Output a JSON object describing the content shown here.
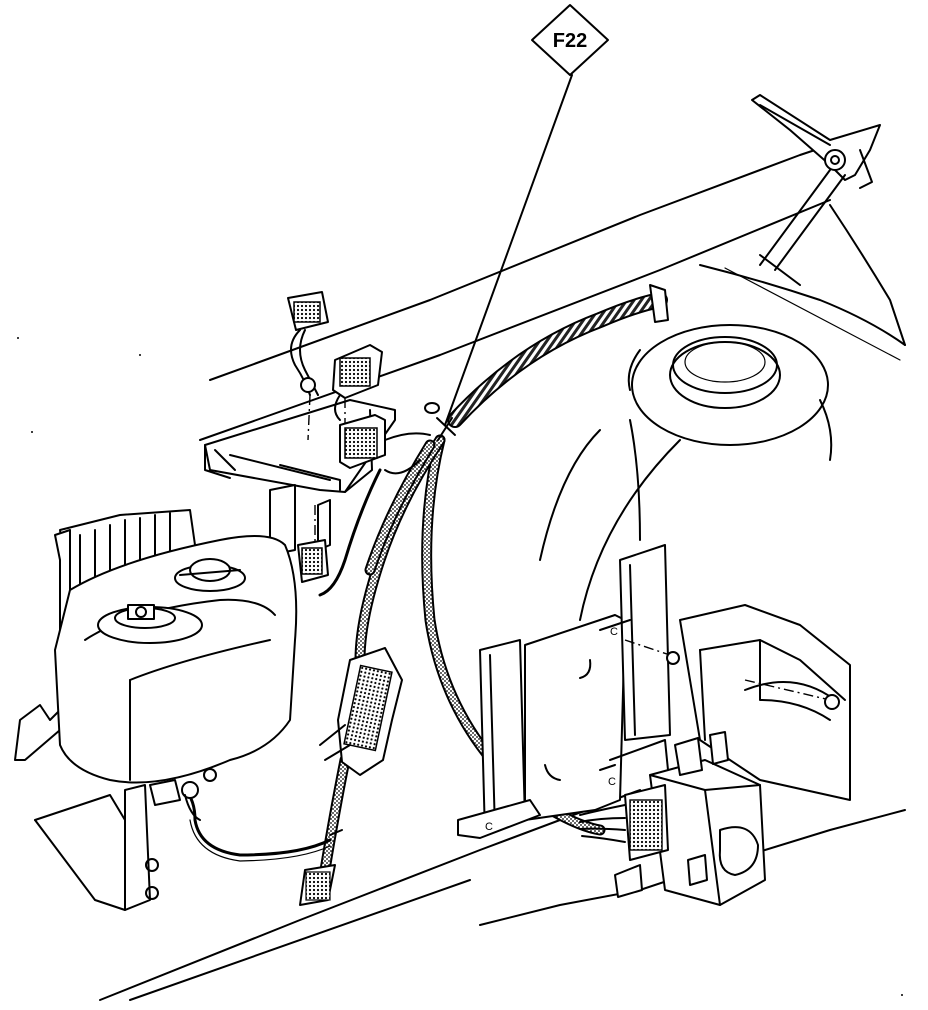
{
  "callout": {
    "label": "F22"
  },
  "bracket_marks": {
    "left_bracket": "C",
    "right_bracket_upper": "C",
    "right_bracket_lower": "C",
    "lower_plate": "C"
  },
  "colors": {
    "ink": "#000000",
    "background": "#ffffff"
  }
}
